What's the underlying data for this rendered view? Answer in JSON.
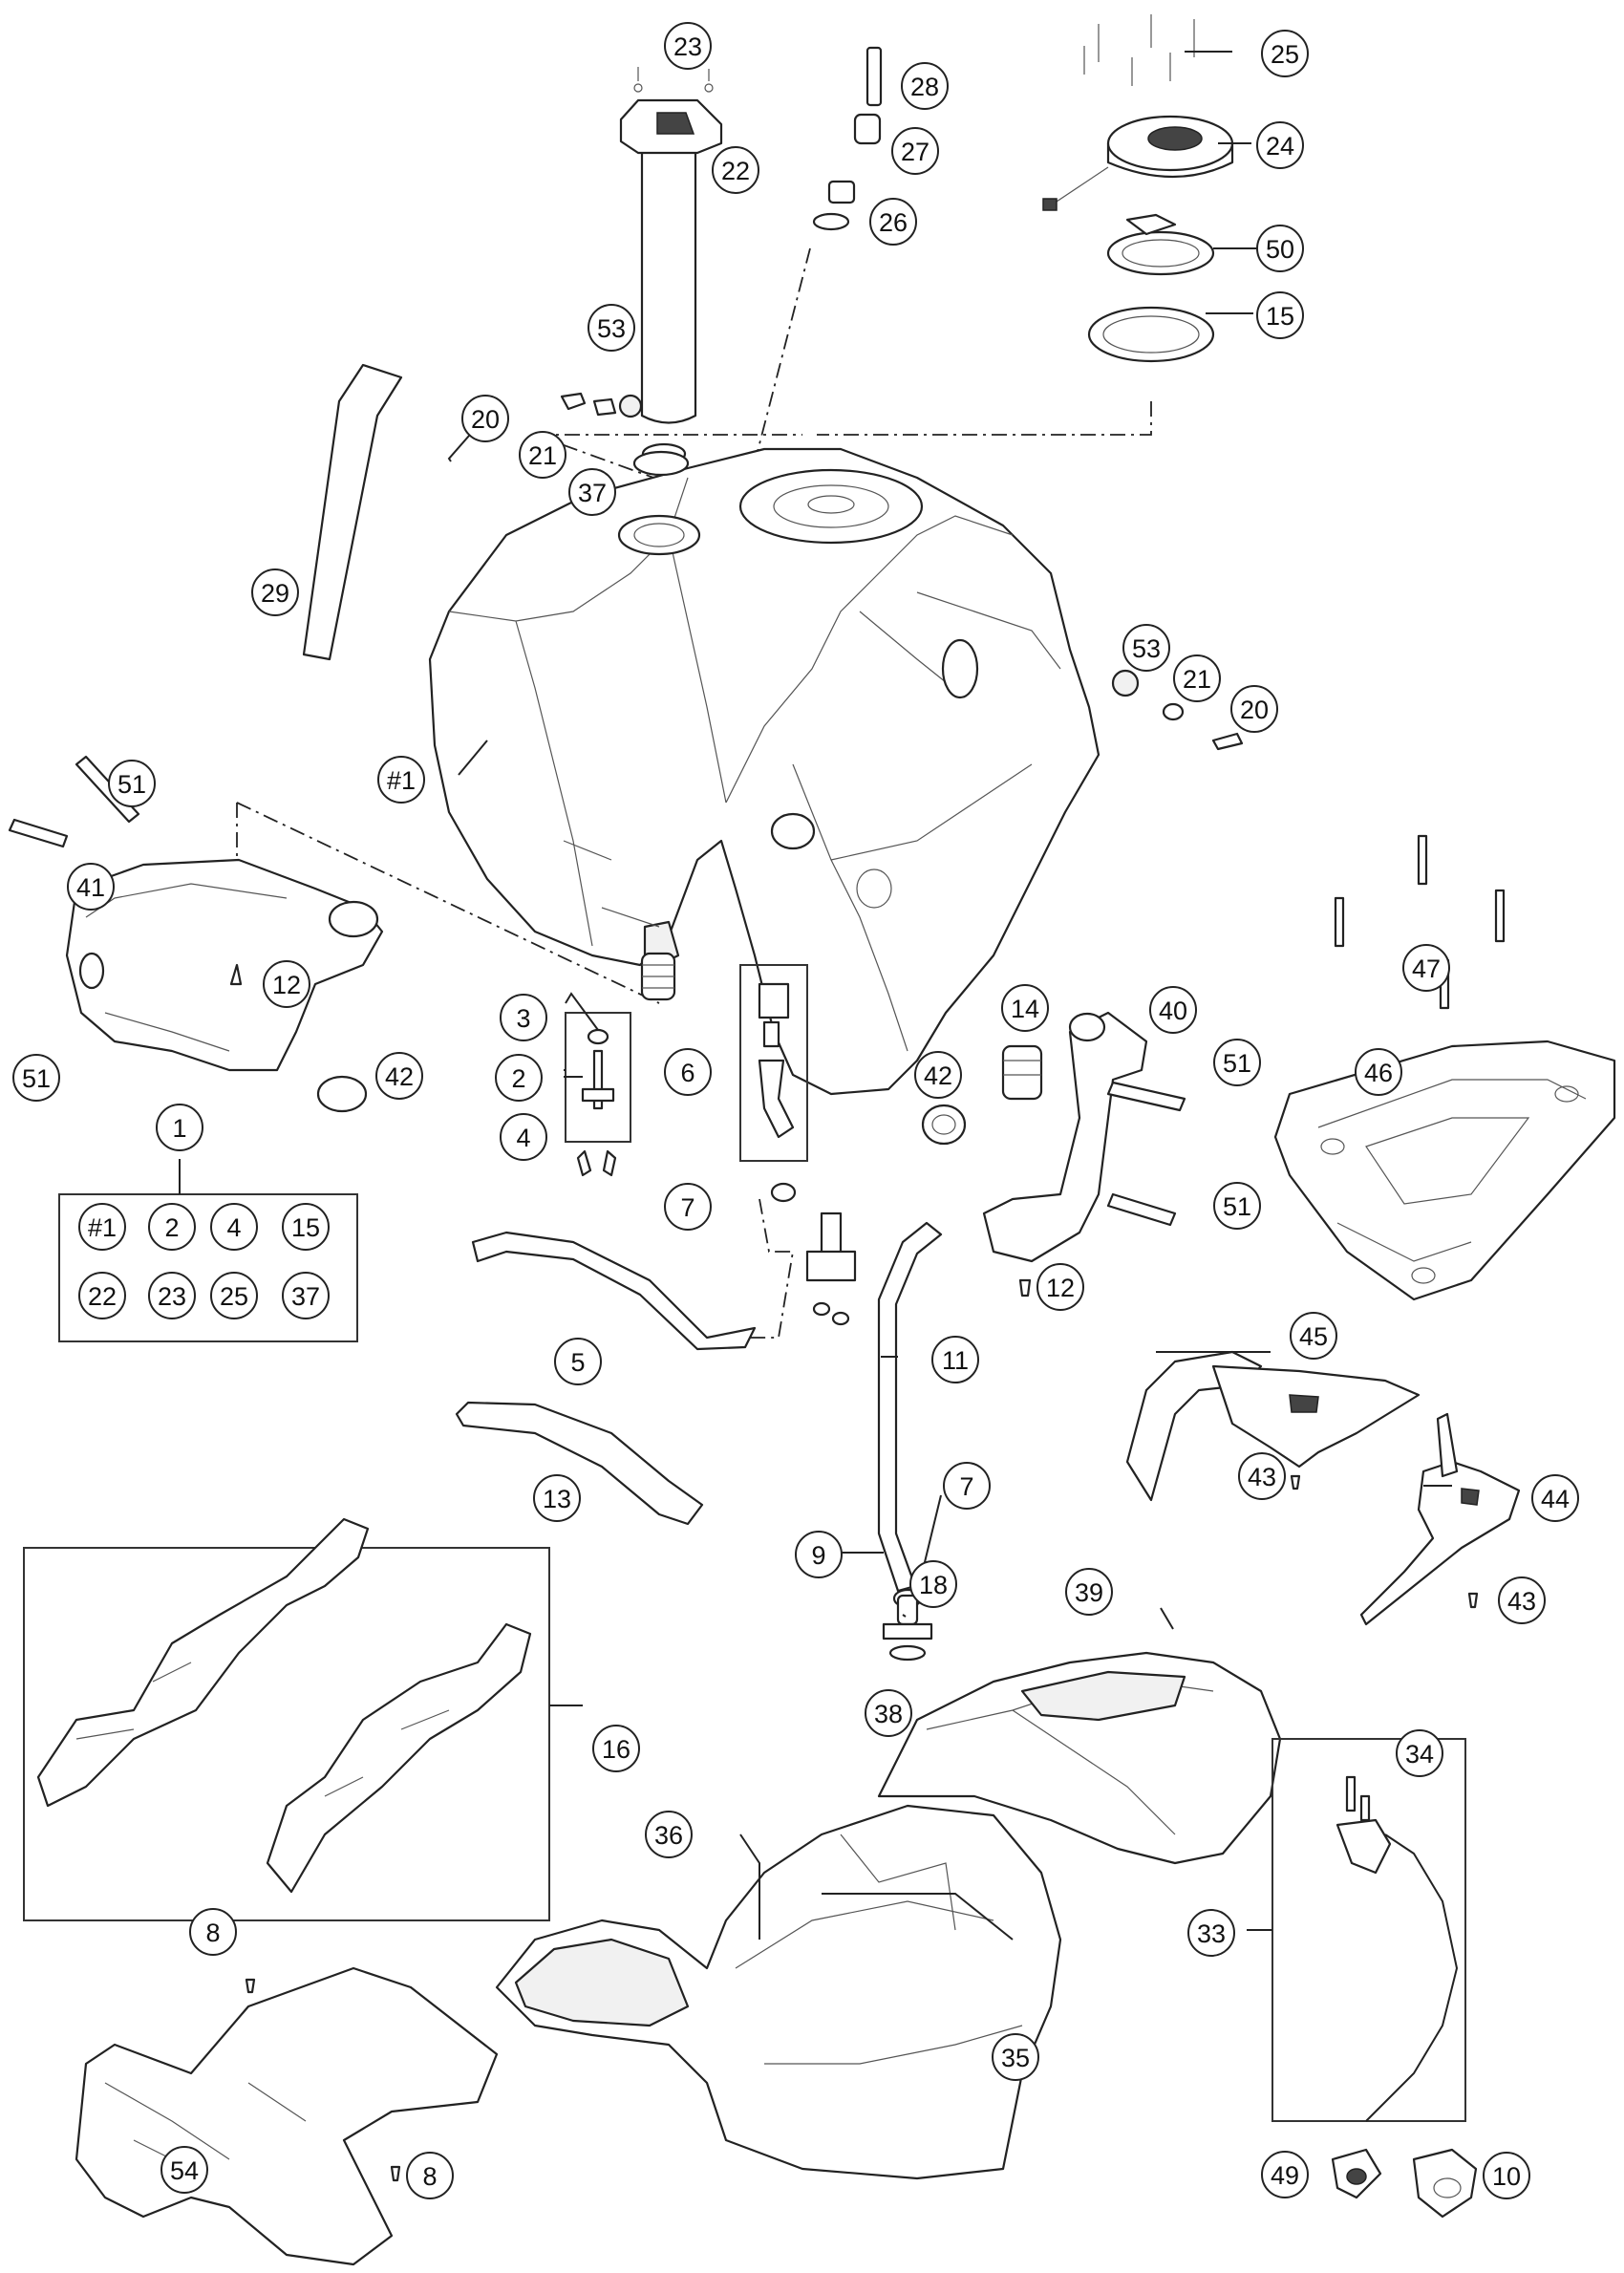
{
  "callouts": [
    {
      "label": "23"
    },
    {
      "label": "22"
    },
    {
      "label": "28"
    },
    {
      "label": "27"
    },
    {
      "label": "26"
    },
    {
      "label": "25"
    },
    {
      "label": "24"
    },
    {
      "label": "50"
    },
    {
      "label": "15"
    },
    {
      "label": "53"
    },
    {
      "label": "20"
    },
    {
      "label": "21"
    },
    {
      "label": "37"
    },
    {
      "label": "29"
    },
    {
      "label": "53"
    },
    {
      "label": "21"
    },
    {
      "label": "20"
    },
    {
      "label": "#1"
    },
    {
      "label": "51"
    },
    {
      "label": "41"
    },
    {
      "label": "51"
    },
    {
      "label": "12"
    },
    {
      "label": "42"
    },
    {
      "label": "3"
    },
    {
      "label": "2"
    },
    {
      "label": "4"
    },
    {
      "label": "6"
    },
    {
      "label": "42"
    },
    {
      "label": "7"
    },
    {
      "label": "14"
    },
    {
      "label": "40"
    },
    {
      "label": "51"
    },
    {
      "label": "51"
    },
    {
      "label": "12"
    },
    {
      "label": "47"
    },
    {
      "label": "46"
    },
    {
      "label": "1"
    },
    {
      "label": "5"
    },
    {
      "label": "11"
    },
    {
      "label": "13"
    },
    {
      "label": "7"
    },
    {
      "label": "9"
    },
    {
      "label": "18"
    },
    {
      "label": "45"
    },
    {
      "label": "43"
    },
    {
      "label": "44"
    },
    {
      "label": "43"
    },
    {
      "label": "39"
    },
    {
      "label": "38"
    },
    {
      "label": "16"
    },
    {
      "label": "36"
    },
    {
      "label": "34"
    },
    {
      "label": "33"
    },
    {
      "label": "35"
    },
    {
      "label": "8"
    },
    {
      "label": "8"
    },
    {
      "label": "54"
    },
    {
      "label": "49"
    },
    {
      "label": "10"
    }
  ],
  "kit_contents": [
    {
      "label": "#1"
    },
    {
      "label": "2"
    },
    {
      "label": "4"
    },
    {
      "label": "15"
    },
    {
      "label": "22"
    },
    {
      "label": "23"
    },
    {
      "label": "25"
    },
    {
      "label": "37"
    }
  ]
}
